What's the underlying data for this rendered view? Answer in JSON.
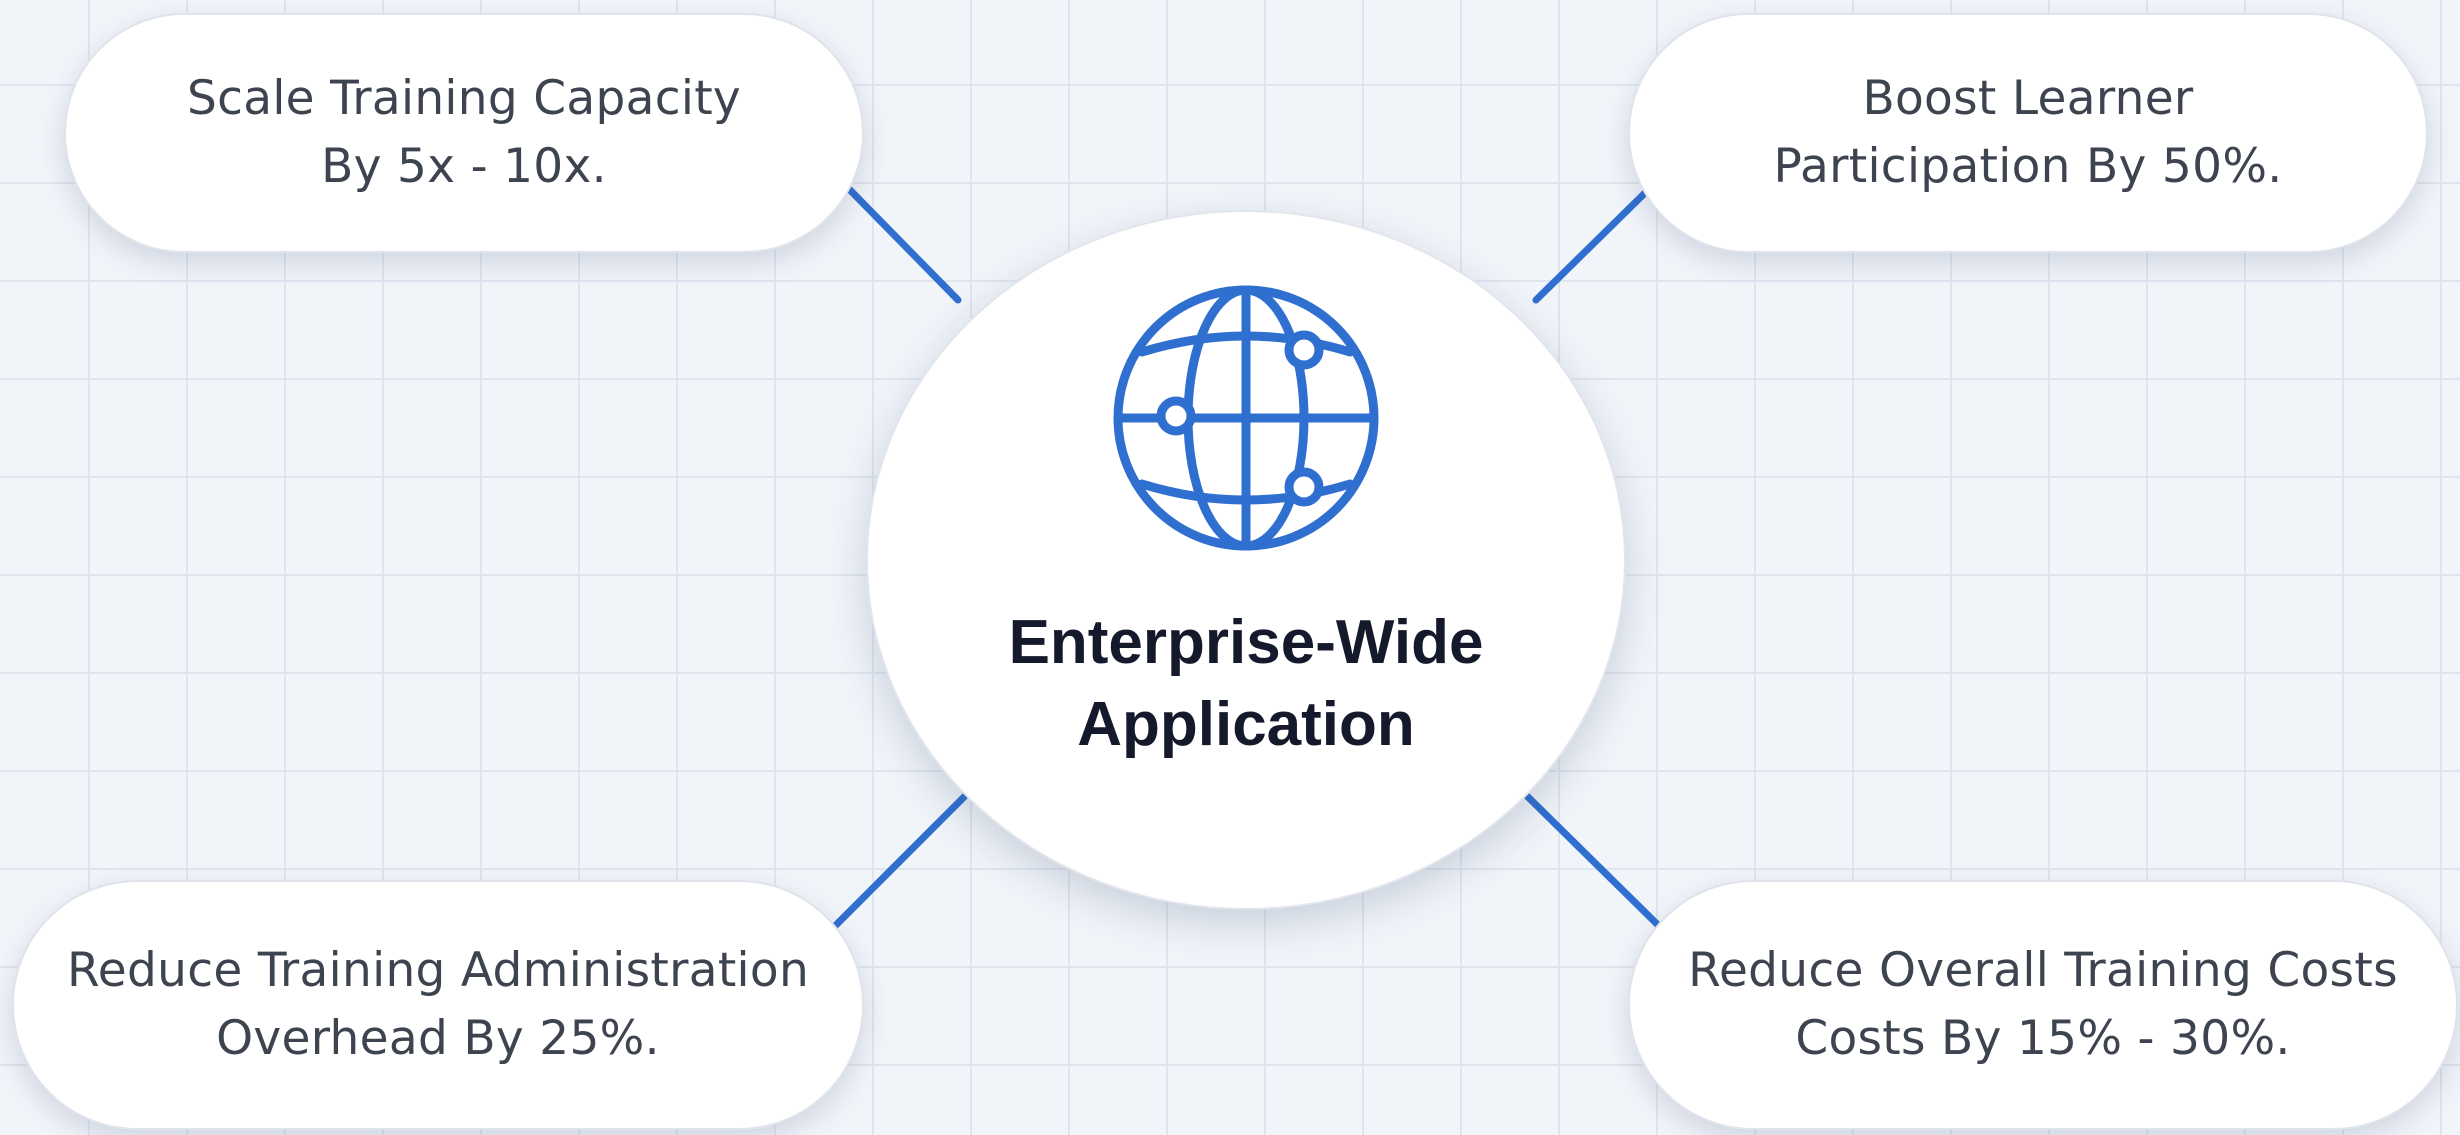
{
  "center": {
    "icon": "globe-network-icon",
    "title_line1": "Enterprise-Wide",
    "title_line2": "Application"
  },
  "nodes": {
    "top_left": {
      "line1": "Scale Training Capacity",
      "line2": "By 5x - 10x."
    },
    "top_right": {
      "line1": "Boost Learner",
      "line2": "Participation By 50%."
    },
    "bottom_left": {
      "line1": "Reduce Training Administration",
      "line2": "Overhead By 25%."
    },
    "bottom_right": {
      "line1": "Reduce Overall Training Costs",
      "line2": "Costs By 15% - 30%."
    }
  },
  "colors": {
    "accent": "#2f6fd0",
    "background": "#f1f4f9",
    "grid": "#dfe5ef",
    "card": "#ffffff",
    "title_text": "#141a2b",
    "body_text": "#3d4450"
  }
}
